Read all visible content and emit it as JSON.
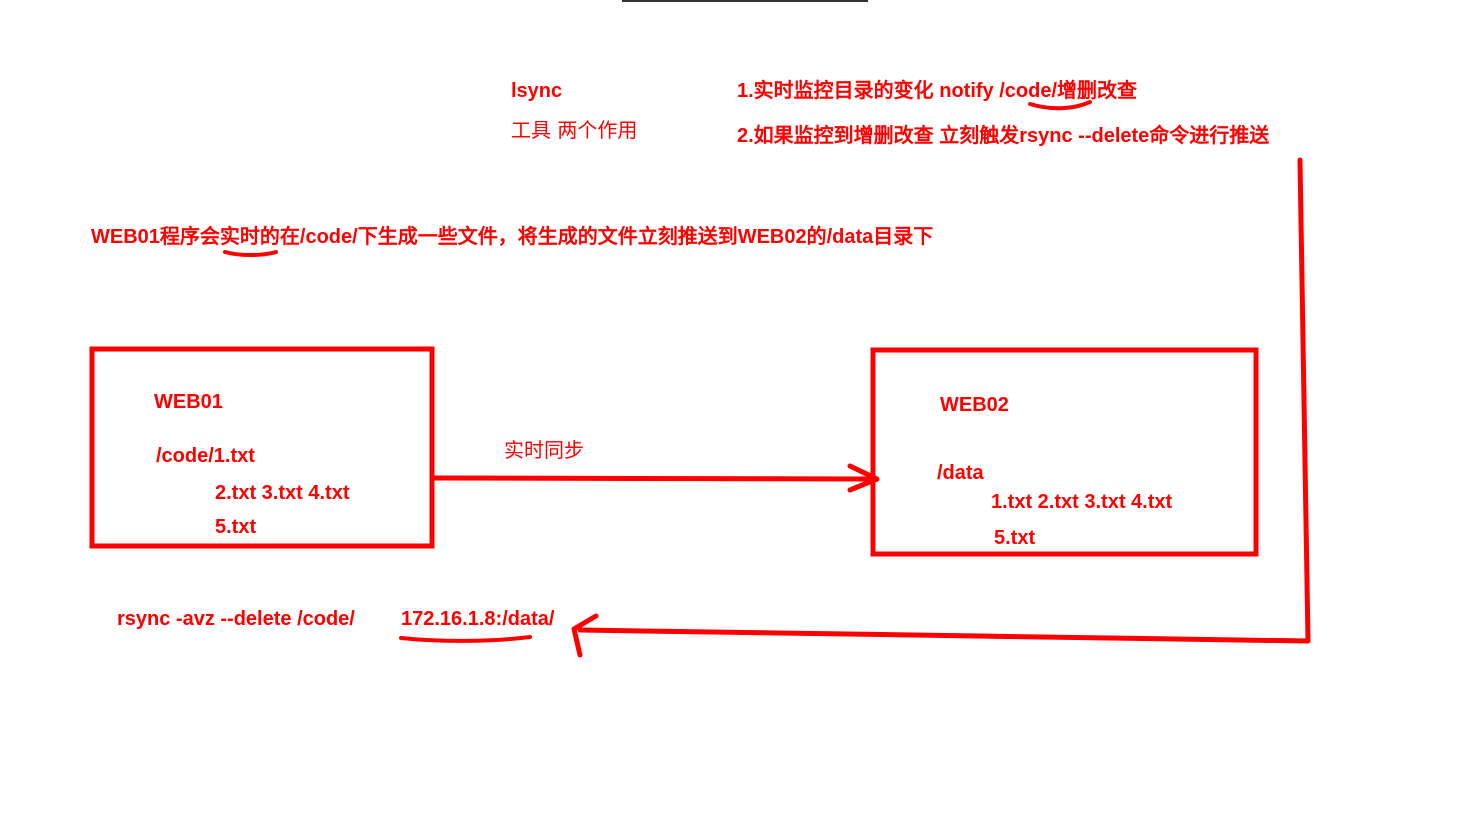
{
  "tool": {
    "name": "lsync",
    "subtitle": "工具  两个作用"
  },
  "features": {
    "line1_prefix": "1.实时监控目录的变化 notify  ",
    "line1_path": "/code",
    "line1_suffix": "/增删改查",
    "line2": "2.如果监控到增删改查 立刻触发rsync --delete命令进行推送"
  },
  "description": {
    "pre": "WEB01程序会",
    "highlight": "实时",
    "post": "的在/code/下生成一些文件，将生成的文件立刻推送到WEB02的/data目录下"
  },
  "web01": {
    "title": "WEB01",
    "path": "/code/1.txt",
    "files_row": "2.txt  3.txt  4.txt",
    "files_row2": "5.txt"
  },
  "sync_label": "实时同步",
  "web02": {
    "title": "WEB02",
    "path": "/data",
    "files_row": "1.txt  2.txt 3.txt 4.txt",
    "files_row2": "5.txt"
  },
  "command": {
    "text": "rsync -avz --delete  /code/",
    "target": "172.16.1.8:/data/"
  },
  "colors": {
    "ink": "#ff0000"
  }
}
